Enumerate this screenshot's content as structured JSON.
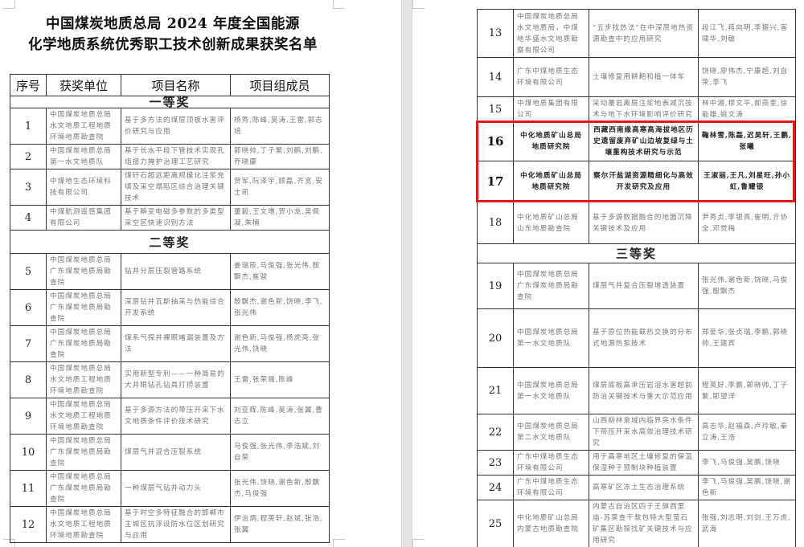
{
  "document": {
    "title_line1": "中国煤炭地质总局 2024 年度全国能源",
    "title_line2": "化学地质系统优秀职工技术创新成果获奖名单",
    "columns": [
      "序号",
      "获奖单位",
      "项目名称",
      "项目组成员"
    ],
    "highlight_color": "#e01818"
  },
  "sections": {
    "first": "一等奖",
    "second": "二等奖",
    "third": "三等奖"
  },
  "rows": [
    {
      "no": "1",
      "unit": "中国煤炭地质总局水文地质工程地质环境地质勘查院",
      "project": "基于多方法的煤层顶板水害评价研究与应用",
      "members": "杨秀,陈峰,吴涛,王雷,郭志培"
    },
    {
      "no": "2",
      "unit": "中国煤炭地质总局第一水文地质队",
      "project": "基于长水平段下管技术实现孔组接力掩护治理工艺研究",
      "members": "郭晓帅,丁子繁,刘鹏,刘鹏,乔晓康"
    },
    {
      "no": "3",
      "unit": "中煤地生态环境科技有限公司",
      "project": "煤矸石超远距离规模化注浆充填及采空塌陷区综合治理关键技术",
      "members": "贺军,阮泽宇,顾磊,齐宽,安士凯"
    },
    {
      "no": "4",
      "unit": "中煤航测遥感集团有限公司",
      "project": "基于瞬变电磁多参数的多类型采空区快速识别方法",
      "members": "董毅,王文增,贺小龙,吴佩凝,朱楠"
    },
    {
      "no": "5",
      "unit": "中国煤炭地质总局广东煤炭地质局勘查院",
      "project": "钻井分层压裂管路系统",
      "members": "姜瑞辰,马俊强,张光伟,殷飘杰,崔骏"
    },
    {
      "no": "6",
      "unit": "中国煤炭地质总局广东煤炭地质局勘查院",
      "project": "深层钻井瓦斯抽采与热能综合开发系统",
      "members": "殷飘杰,谢色新,饶晓,李飞,张光伟"
    },
    {
      "no": "7",
      "unit": "中国煤炭地质总局广东煤炭地质局勘查院",
      "project": "煤系气探井裸眼堵漏装置及方法",
      "members": "谢色新,马俊强,杨虎亮,张光伟,饶晓"
    },
    {
      "no": "8",
      "unit": "中国煤炭地质总局水文地质工程地质环境地质勘查院",
      "project": "实用新型专利——一种简易的大井眼钻孔钻具打捞装置",
      "members": "王雷,张荣端,陈峰"
    },
    {
      "no": "9",
      "unit": "中国煤炭地质总局水文地质工程地质环境地质勘查院",
      "project": "基于多源方法的带压开采下水文地质条件评价技术研究",
      "members": "刘亚辉,陈峰,吴涛,张翼,曹志立"
    },
    {
      "no": "10",
      "unit": "中国煤炭地质总局广东煤炭地质局勘查院",
      "project": "煤层气井混合压裂系统",
      "members": "马俊强,张光伟,李浩斌,刘自荣"
    },
    {
      "no": "11",
      "unit": "中国煤炭地质总局广东煤炭地质局勘查院",
      "project": "一种煤层气钻井动力头",
      "members": "张光伟,饶晓,谢色新,殷飘杰,马俊强"
    },
    {
      "no": "12",
      "unit": "中国煤炭地质总局水文地质工程地质环境地质勘查院",
      "project": "基于时空多特征融合的邯郸市主城区抗浮设防水位区划研究与应用",
      "members": "伊治炳,程英轩,赵斌,张浩,张翼"
    },
    {
      "no": "13",
      "unit": "中国煤炭地质总局水文地质局，中煤地华盛水文地质勘察有限公司",
      "project": "“五步找热法”在中深层地热资源勘查中的应用研究",
      "members": "段江飞,蒋向明,李振兴,客啸华,刘敏"
    },
    {
      "no": "14",
      "unit": "广东中煤地质生态环境有限公司",
      "project": "土壤修复用耕耙和植一体车",
      "members": "饶晓,廖伟杰,宁康超,刘自荣,李飞"
    },
    {
      "no": "15",
      "unit": "中煤地质集团有限公司",
      "project": "采动覆岩离层注浆地表减沉技术与地下水环境影响评价研究",
      "members": "林中湘,穆文平,郝燕奎,徐能雄,姚文涛"
    },
    {
      "no": "16",
      "unit": "中化地质矿山总局地质研究院",
      "project": "西藏西南缘高寒高海拔地区历史遗留废弃矿山边坡复绿与土壤重构技术研究与示范",
      "members": "鞠林雪,陈磊,迟昊轩,王鹏,张曦"
    },
    {
      "no": "17",
      "unit": "中化地质矿山总局地质研究院",
      "project": "察尔汗盐湖资源精细化与高效开发研究及应用",
      "members": "王淑丽,王凡,刘星旺,孙小虹,鲁耀银"
    },
    {
      "no": "18",
      "unit": "中化地质矿山总局山东地质勘查院",
      "project": "基于多源数据融合的地面沉降关键技术及应用",
      "members": "尹秀贞,李银真,崔明,亓协全,邓觉梅"
    },
    {
      "no": "19",
      "unit": "中国煤炭地质总局广东煤炭地质局勘查院",
      "project": "煤层气井复合压裂增透装置",
      "members": "张光伟,谢色新,饶晓,马俊强,殷飘杰"
    },
    {
      "no": "20",
      "unit": "中国煤炭地质总局第一水文地质队",
      "project": "基于原位热能载热交换的分布式地源热泵技术",
      "members": "郑爱华,张贞瑞,李鹏,郭晓帅,王建宾"
    },
    {
      "no": "21",
      "unit": "中国煤炭地质总局第一水文地质队",
      "project": "煤层底板高承压岩溶水害超前防治关键技术与重大示范应用",
      "members": "程英好,李鹏,郭晓帅,丁子繁,耶望洋"
    },
    {
      "no": "22",
      "unit": "中国煤炭地质总局第二水文地质队",
      "project": "山西柳林泉域内临界突水条件下带压开采水高效治理技术研究",
      "members": "高志华,赵福森,卢玲敏,秦立涛,王浩"
    },
    {
      "no": "23",
      "unit": "广东中煤地质生态环境有限公司",
      "project": "用于高寒地区土壤修复的保温保湿种子预制块种植装置",
      "members": "李飞,马俊强,吴鹏,饶晓"
    },
    {
      "no": "24",
      "unit": "广东中煤地质生态环境有限公司",
      "project": "高寒矿区冻土生态治理系统",
      "members": "李飞,马俊强,吴鹏,饶晓,谢色新"
    },
    {
      "no": "25",
      "unit": "中化地质矿山总局内蒙古地质勘查院",
      "project": "内蒙古自治区四子王旗西里庙-苏莫查干敖包特大型萤石矿集区勘探找矿关键技术与应用研究",
      "members": "张强,刘志明,刘剑,王万虎,武海"
    }
  ]
}
